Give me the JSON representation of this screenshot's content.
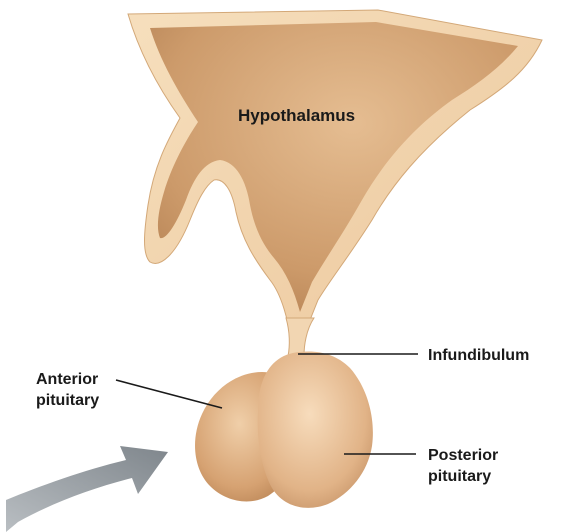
{
  "labels": {
    "hypothalamus": "Hypothalamus",
    "infundibulum": "Infundibulum",
    "anterior_line1": "Anterior",
    "anterior_line2": "pituitary",
    "posterior_line1": "Posterior",
    "posterior_line2": "pituitary"
  },
  "colors": {
    "tissue_light": "#f3d7b0",
    "tissue_mid": "#d8a676",
    "tissue_dark": "#a86f42",
    "lobe_anterior": "#d9a679",
    "lobe_posterior": "#e6bd93",
    "arrow": "#8a8f94"
  }
}
